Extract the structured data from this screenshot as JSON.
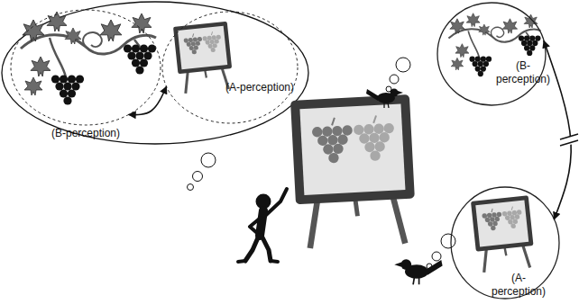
{
  "diagram": {
    "nodes": [
      {
        "text": [
          "(B-perception)"
        ]
      },
      {
        "text": [
          "(A-perception)"
        ]
      },
      {
        "text": [
          "(B-perception)"
        ]
      },
      {
        "text": [
          "(A-perception)"
        ]
      }
    ],
    "edges": [
      {
        "from": 0,
        "to": 1,
        "arrow": "both"
      },
      {
        "from": 2,
        "to": 3,
        "arrow": "both"
      }
    ]
  }
}
